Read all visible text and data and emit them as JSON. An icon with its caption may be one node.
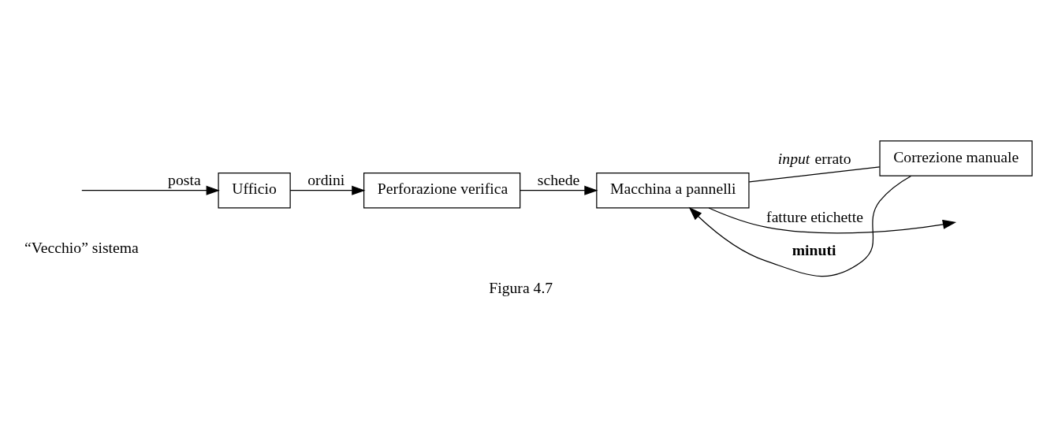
{
  "diagram": {
    "title": "“Vecchio” sistema",
    "caption": "Figura 4.7",
    "nodes": [
      {
        "text": [
          "Ufficio"
        ]
      },
      {
        "text": [
          "Perforazione verifica"
        ]
      },
      {
        "text": [
          "Macchina a pannelli"
        ]
      },
      {
        "text": [
          "Correzione manuale"
        ]
      }
    ],
    "edges": [
      {
        "from": null,
        "to": 0,
        "arrow": "to",
        "label": "posta"
      },
      {
        "from": 0,
        "to": 1,
        "arrow": "to",
        "label": "ordini"
      },
      {
        "from": 1,
        "to": 2,
        "arrow": "to",
        "label": "schede"
      },
      {
        "from": 2,
        "to": null,
        "arrow": "to",
        "label": "fatture etichette"
      },
      {
        "from": 2,
        "to": 3,
        "arrow": "none",
        "label": "*input* errato"
      },
      {
        "from": 3,
        "to": 2,
        "arrow": "to",
        "label": "minuti"
      }
    ]
  }
}
